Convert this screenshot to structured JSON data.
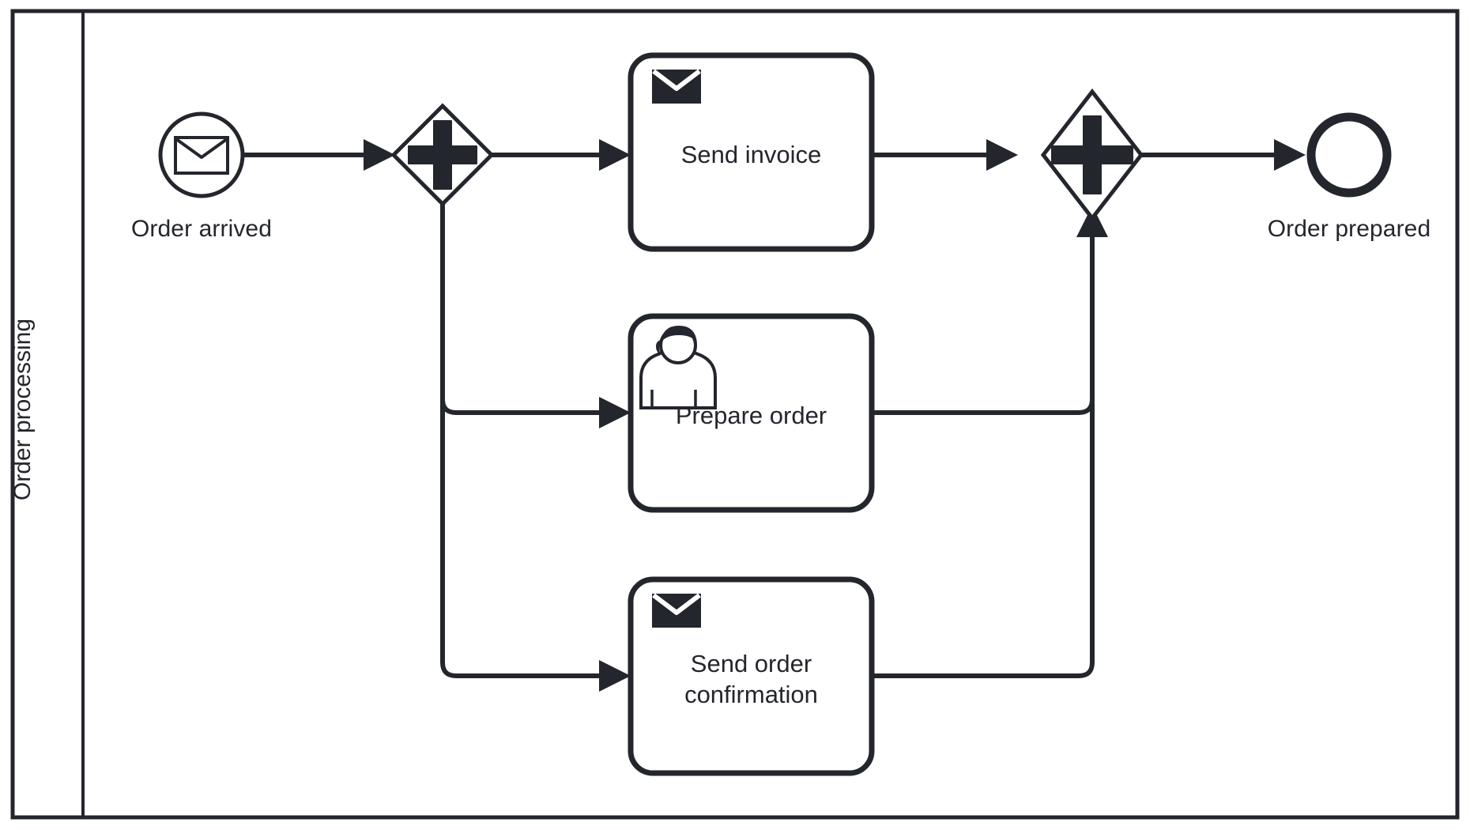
{
  "diagram": {
    "type": "bpmn-process",
    "pool": {
      "label": "Order processing",
      "lane_label": ""
    },
    "elements": {
      "start_event": {
        "label": "Order arrived",
        "kind": "message-start-event",
        "icon": "envelope-outline-icon"
      },
      "split_gateway": {
        "label": "",
        "kind": "parallel-gateway",
        "icon": "plus-icon"
      },
      "task_send_invoice": {
        "label": "Send invoice",
        "kind": "send-task",
        "icon": "envelope-filled-icon"
      },
      "task_prepare_order": {
        "label": "Prepare order",
        "kind": "user-task",
        "icon": "user-icon"
      },
      "task_send_order_confirmation": {
        "label": "Send order\nconfirmation",
        "kind": "send-task",
        "icon": "envelope-filled-icon"
      },
      "join_gateway": {
        "label": "",
        "kind": "parallel-gateway",
        "icon": "plus-icon"
      },
      "end_event": {
        "label": "Order prepared",
        "kind": "end-event",
        "icon": "thick-circle-icon"
      }
    },
    "colors": {
      "stroke": "#24262d",
      "fill": "#ffffff",
      "background": "#ffffff"
    }
  }
}
